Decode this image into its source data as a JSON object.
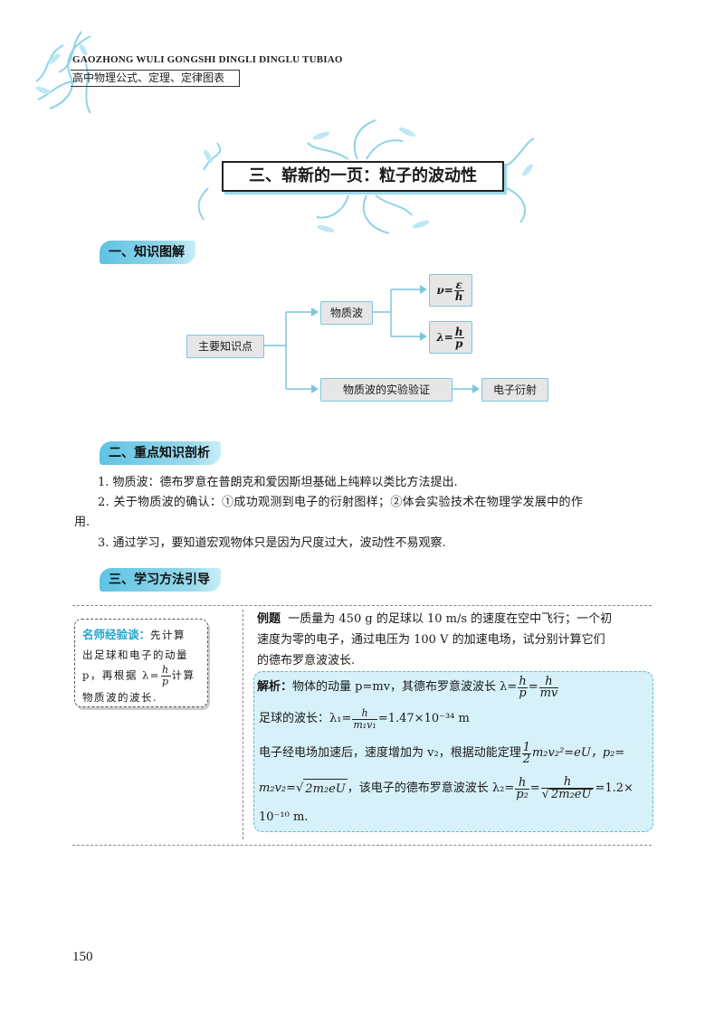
{
  "header": {
    "title_en": "GAOZHONG WULI GONGSHI DINGLI DINGLU TUBIAO",
    "title_cn": "高中物理公式、定理、定律图表"
  },
  "chapter_title": "三、崭新的一页：粒子的波动性",
  "sections": {
    "s1": "一、知识图解",
    "s2": "二、重点知识剖析",
    "s3": "三、学习方法引导"
  },
  "diagram": {
    "root": "主要知识点",
    "branch_a": "物质波",
    "branch_b": "物质波的实验验证",
    "leaf_b": "电子衍射",
    "formula_nu_lhs": "ν=",
    "formula_nu_num": "ε",
    "formula_nu_den": "h",
    "formula_lambda_lhs": "λ=",
    "formula_lambda_num": "h",
    "formula_lambda_den": "p"
  },
  "points": [
    "1. 物质波：德布罗意在普朗克和爱因斯坦基础上纯粹以类比方法提出.",
    "2. 关于物质波的确认：①成功观测到电子的衍射图样；②体会实验技术在物理学发展中的作",
    "用.",
    "3. 通过学习，要知道宏观物体只是因为尺度过大，波动性不易观察."
  ],
  "tip": {
    "label": "名师经验谈：",
    "line1": "先计算",
    "line2": "出足球和电子的动量",
    "line3a": "p，再根据 λ=",
    "num": "h",
    "den": "p",
    "line3b": "计算",
    "line4": "物质波的波长."
  },
  "example": {
    "label": "例题",
    "line1": "一质量为 450 g 的足球以 10 m/s 的速度在空中飞行；一个初",
    "line2": "速度为零的电子，通过电压为 100 V 的加速电场，试分别计算它们",
    "line3": "的德布罗意波波长."
  },
  "solution": {
    "label": "解析：",
    "l1_text": "物体的动量 p=mv，其德布罗意波波长 λ=",
    "l1_f1_num": "h",
    "l1_f1_den": "p",
    "l1_eq": "=",
    "l1_f2_num": "h",
    "l1_f2_den": "mv",
    "l2_text": "足球的波长：λ₁=",
    "l2_num": "h",
    "l2_den": "m₁v₁",
    "l2_result": "=1.47×10⁻³⁴ m",
    "l3_text": "电子经电场加速后，速度增加为 v₂，根据动能定理",
    "l3_num": "1",
    "l3_den": "2",
    "l3_rest": "m₂v₂²=eU，p₂=",
    "l4_a": "m₂v₂=",
    "l4_sqrt": "2m₂eU",
    "l4_b": "，该电子的德布罗意波波长 λ₂=",
    "l4_f1_num": "h",
    "l4_f1_den": "p₂",
    "l4_eq": "=",
    "l4_f2_num": "h",
    "l4_f2_den_sqrt": "2m₂eU",
    "l4_result": "=1.2×",
    "l5": "10⁻¹⁰ m."
  },
  "page_number": "150",
  "colors": {
    "accent": "#5ec3e3",
    "light": "#d6f1fa",
    "node_fill": "#e6e6e6",
    "arrow": "#7cc6dc"
  }
}
